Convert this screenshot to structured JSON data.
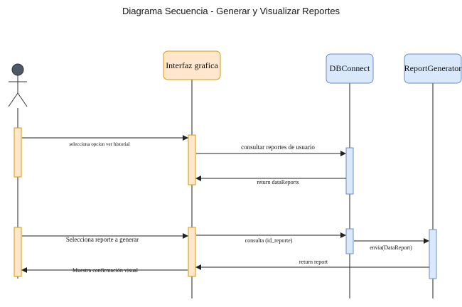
{
  "title": "Diagrama Secuencia - Generar y Visualizar Reportes",
  "participants": {
    "interfaz": {
      "label": "Interfaz grafica",
      "fill": "#ffe6cc",
      "stroke": "#d79b00"
    },
    "dbconnect": {
      "label": "DBConnect",
      "fill": "#dae8fc",
      "stroke": "#6c8ebf"
    },
    "reportgen": {
      "label": "ReportGenerator",
      "fill": "#dae8fc",
      "stroke": "#6c8ebf"
    }
  },
  "messages": {
    "m1": "selecciona opcion ver historial",
    "m2": "consultar reportes de usuario",
    "m3": "return dataReports",
    "m4": "Selecciona reporte a generar",
    "m5": "consulta (id_reporte)",
    "m6": "envia(DataReport)",
    "m7": "return report",
    "m8": "Muestra confirmación visual"
  },
  "colors": {
    "actor": "#4d5a66",
    "activation_orange_fill": "#ffe6cc",
    "activation_orange_stroke": "#d79b00",
    "activation_blue_fill": "#dae8fc",
    "activation_blue_stroke": "#6c8ebf"
  }
}
